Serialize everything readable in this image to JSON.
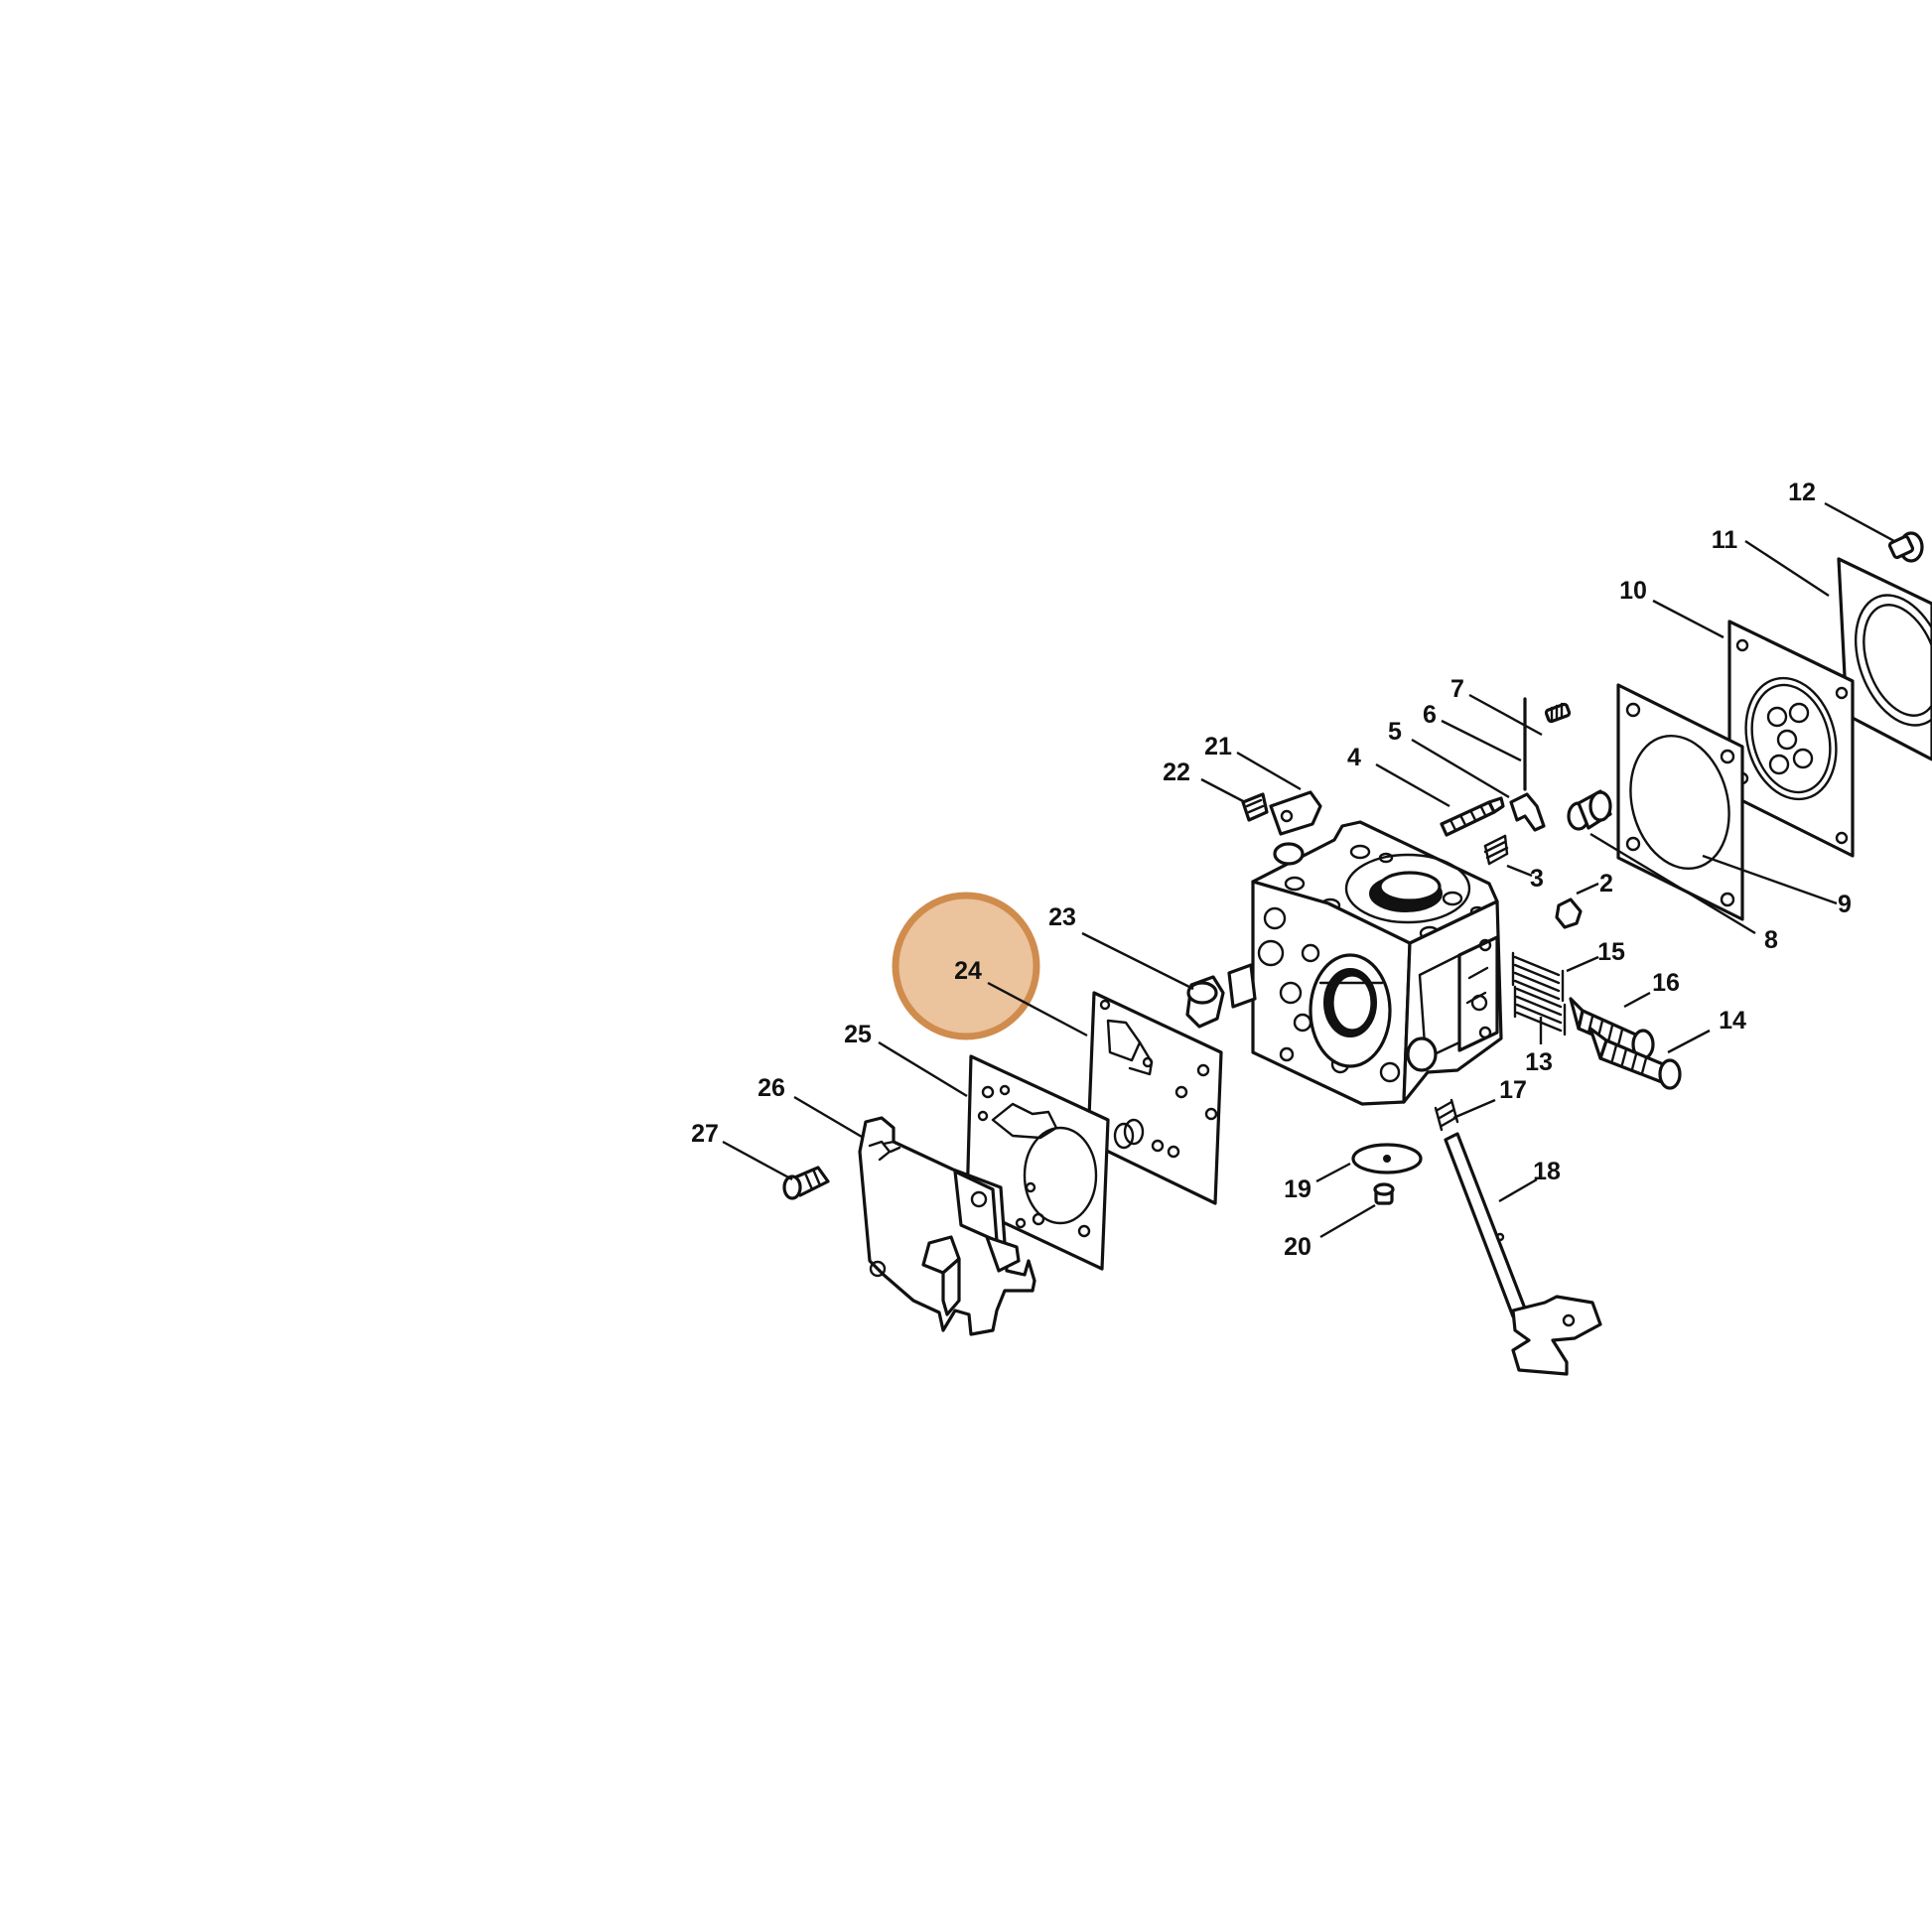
{
  "diagram": {
    "highlighted_callout": "24",
    "colors": {
      "line": "#111111",
      "background": "#ffffff",
      "highlight_fill": "#e8b98c",
      "highlight_stroke": "#c7782e"
    },
    "callouts": {
      "c2": "2",
      "c3": "3",
      "c4": "4",
      "c5": "5",
      "c6": "6",
      "c7": "7",
      "c8": "8",
      "c9": "9",
      "c10": "10",
      "c11": "11",
      "c12": "12",
      "c13": "13",
      "c14": "14",
      "c15": "15",
      "c16": "16",
      "c17": "17",
      "c18": "18",
      "c19": "19",
      "c20": "20",
      "c21": "21",
      "c22": "22",
      "c23": "23",
      "c24": "24",
      "c25": "25",
      "c26": "26",
      "c27": "27"
    }
  }
}
